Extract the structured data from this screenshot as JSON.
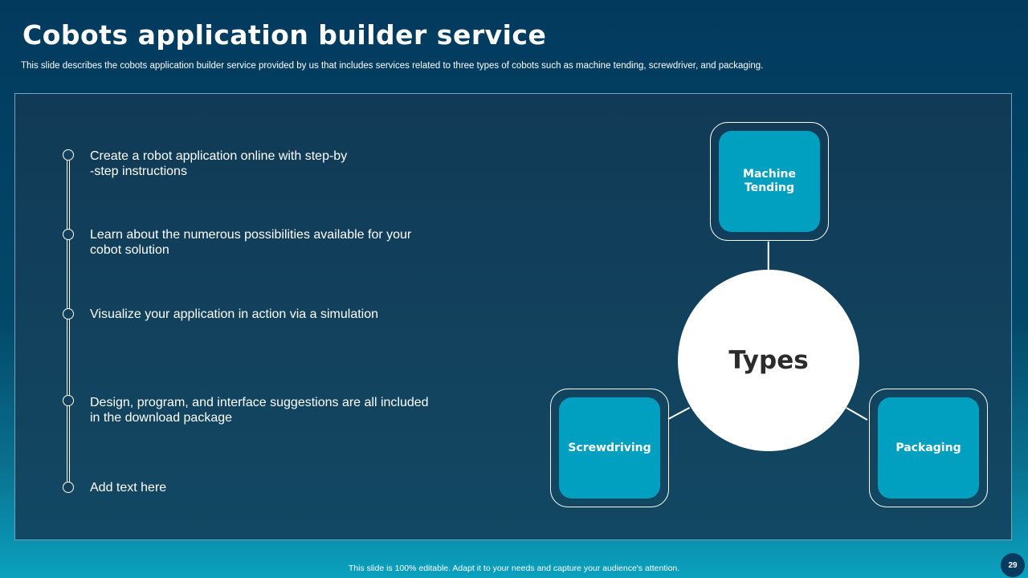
{
  "header": {
    "title": "Cobots application builder service",
    "subtitle": "This slide describes the cobots application builder service provided by us that includes services related to three types of cobots such as machine tending, screwdriver, and packaging."
  },
  "steps": [
    {
      "text_line1": "Create a robot application online with step-by",
      "text_line2": "-step instructions"
    },
    {
      "text_line1": "Learn about the numerous possibilities available for your",
      "text_line2": "cobot solution"
    },
    {
      "text_line1": "Visualize your application in action via a simulation",
      "text_line2": ""
    },
    {
      "text_line1": "Design, program, and interface suggestions are all included",
      "text_line2": "in the download package"
    },
    {
      "text_line1": "Add text here",
      "text_line2": ""
    }
  ],
  "diagram": {
    "center_label": "Types",
    "types": [
      {
        "label_line1": "Machine",
        "label_line2": "Tending"
      },
      {
        "label_line1": "Screwdriving",
        "label_line2": ""
      },
      {
        "label_line1": "Packaging",
        "label_line2": ""
      }
    ]
  },
  "footer": {
    "note": "This slide is 100% editable. Adapt it to your needs and capture your audience's attention.",
    "page_number": "29"
  },
  "colors": {
    "accent": "#01a0c0",
    "background": "#034868"
  }
}
